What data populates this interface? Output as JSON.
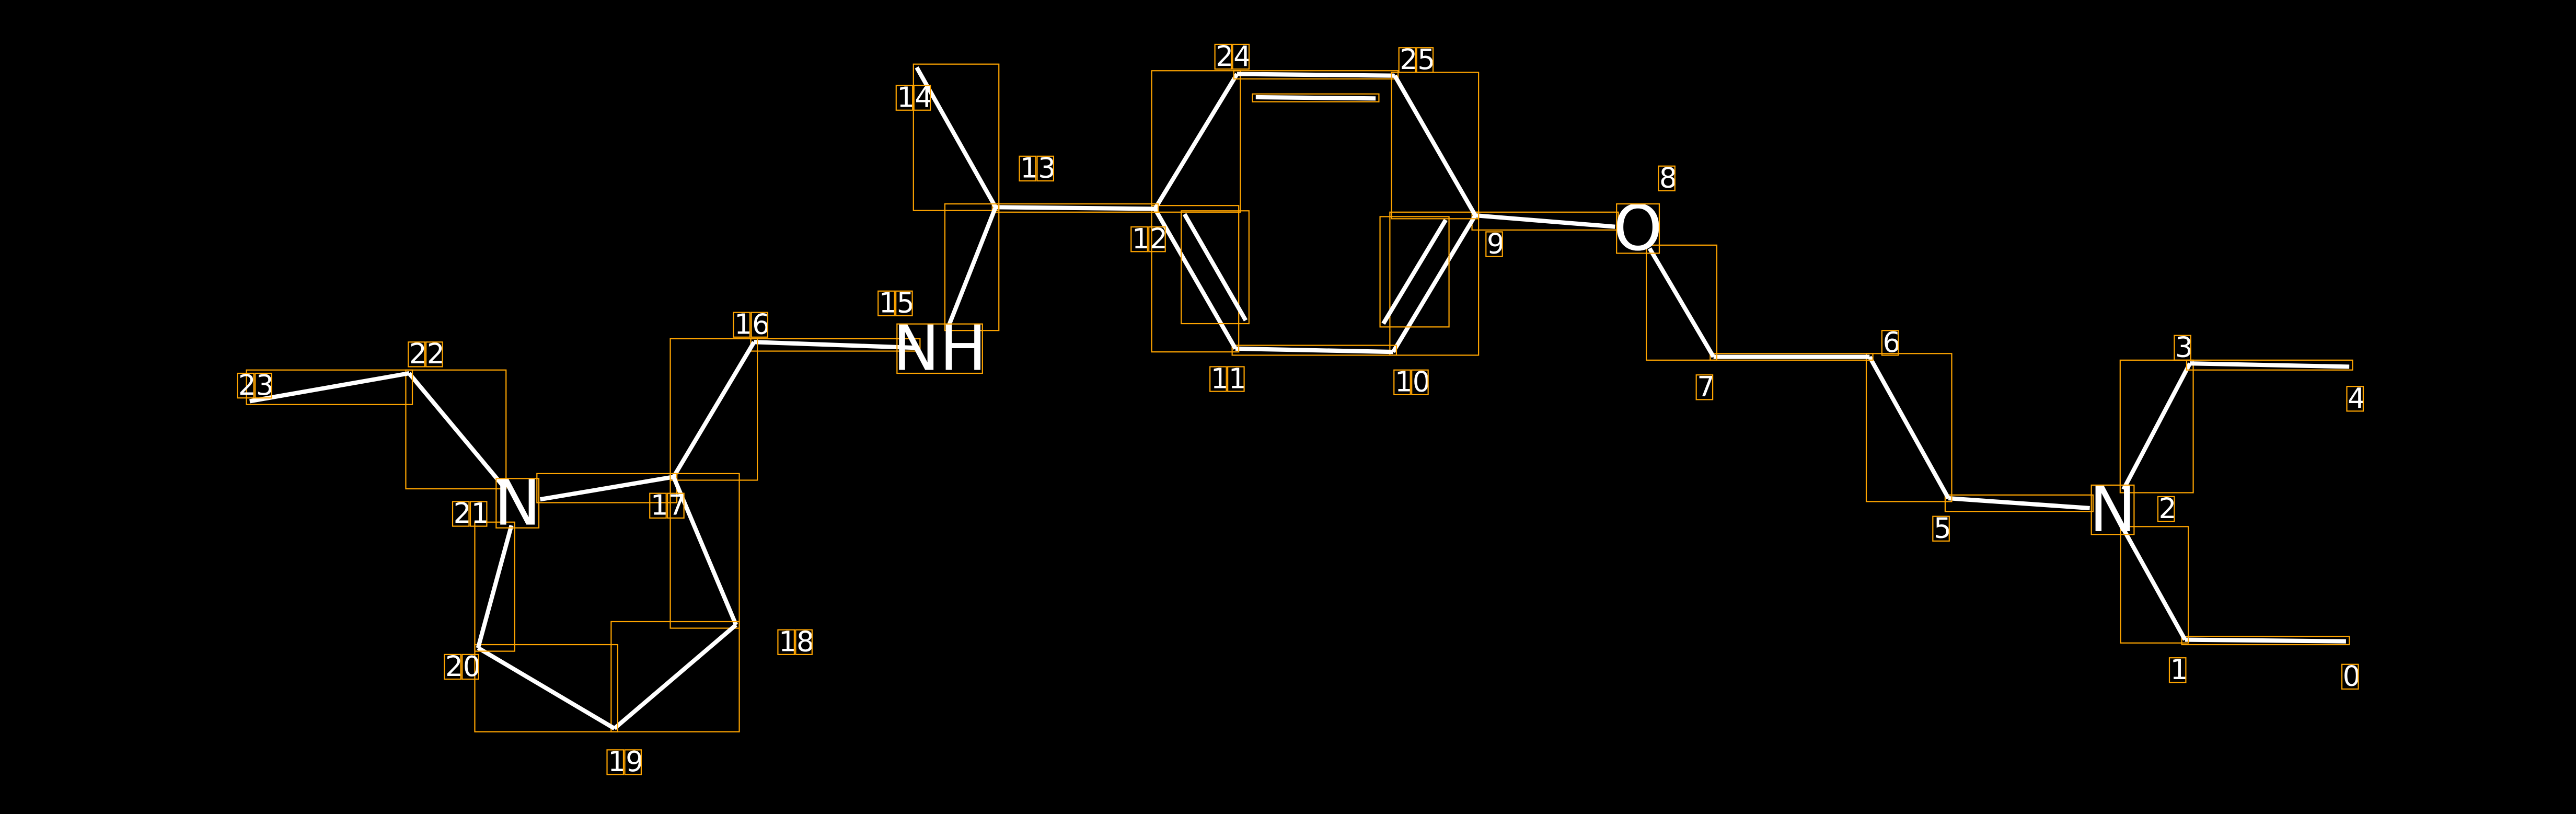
{
  "diagram": {
    "type": "molecule",
    "colors": {
      "background": "#000000",
      "bond": "#ffffff",
      "box": "#FFA500"
    },
    "atoms": [
      {
        "id": "0",
        "element": ""
      },
      {
        "id": "1",
        "element": ""
      },
      {
        "id": "2",
        "element": "N"
      },
      {
        "id": "3",
        "element": ""
      },
      {
        "id": "4",
        "element": ""
      },
      {
        "id": "5",
        "element": ""
      },
      {
        "id": "6",
        "element": ""
      },
      {
        "id": "7",
        "element": ""
      },
      {
        "id": "8",
        "element": "O"
      },
      {
        "id": "9",
        "element": ""
      },
      {
        "id": "10",
        "element": ""
      },
      {
        "id": "11",
        "element": ""
      },
      {
        "id": "12",
        "element": ""
      },
      {
        "id": "13",
        "element": ""
      },
      {
        "id": "14",
        "element": ""
      },
      {
        "id": "15",
        "element": "NH"
      },
      {
        "id": "16",
        "element": ""
      },
      {
        "id": "17",
        "element": ""
      },
      {
        "id": "18",
        "element": ""
      },
      {
        "id": "19",
        "element": ""
      },
      {
        "id": "20",
        "element": ""
      },
      {
        "id": "21",
        "element": "N"
      },
      {
        "id": "22",
        "element": ""
      },
      {
        "id": "23",
        "element": ""
      },
      {
        "id": "24",
        "element": ""
      },
      {
        "id": "25",
        "element": ""
      }
    ],
    "bonds": [
      [
        0,
        1,
        1
      ],
      [
        1,
        2,
        1
      ],
      [
        2,
        3,
        1
      ],
      [
        3,
        4,
        1
      ],
      [
        2,
        5,
        1
      ],
      [
        5,
        6,
        1
      ],
      [
        6,
        7,
        1
      ],
      [
        7,
        8,
        1
      ],
      [
        8,
        9,
        1
      ],
      [
        9,
        10,
        2
      ],
      [
        10,
        11,
        1
      ],
      [
        11,
        12,
        2
      ],
      [
        12,
        24,
        1
      ],
      [
        24,
        25,
        2
      ],
      [
        25,
        9,
        1
      ],
      [
        12,
        13,
        1
      ],
      [
        13,
        14,
        1
      ],
      [
        13,
        15,
        1
      ],
      [
        15,
        16,
        1
      ],
      [
        16,
        17,
        1
      ],
      [
        17,
        21,
        1
      ],
      [
        17,
        18,
        1
      ],
      [
        18,
        19,
        1
      ],
      [
        19,
        20,
        1
      ],
      [
        20,
        21,
        1
      ],
      [
        21,
        22,
        1
      ],
      [
        22,
        23,
        1
      ]
    ]
  }
}
